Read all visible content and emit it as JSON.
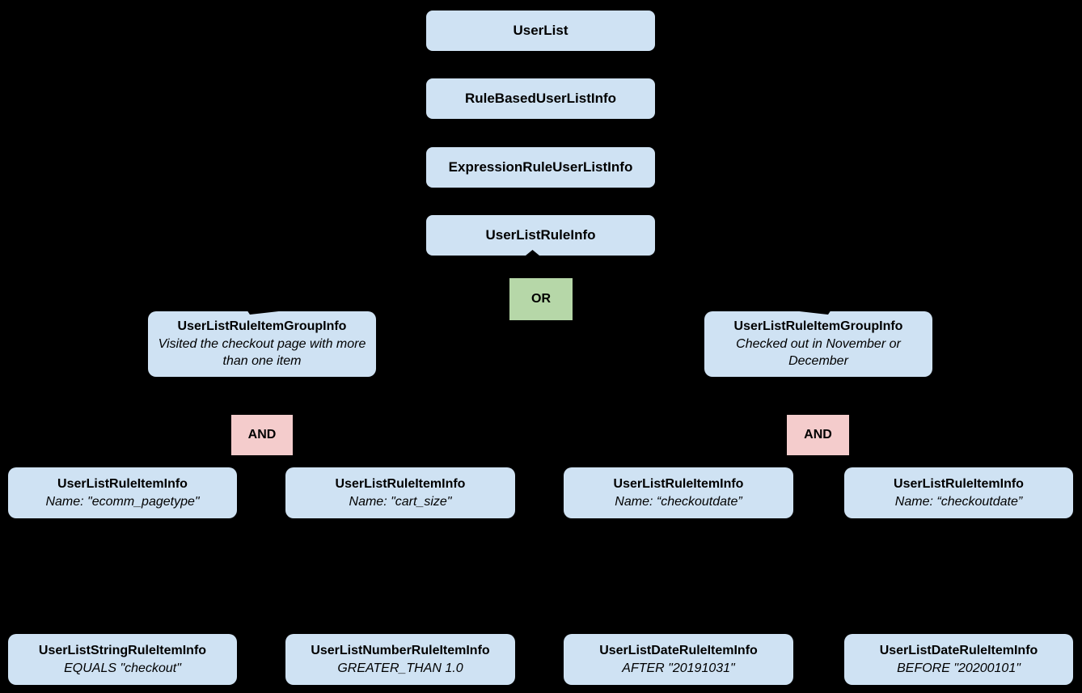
{
  "colors": {
    "background": "#000000",
    "node_fill": "#cfe2f3",
    "or_fill": "#b6d7a8",
    "and_fill": "#f4cccc",
    "text": "#000000"
  },
  "chain": [
    {
      "label": "UserList"
    },
    {
      "label": "RuleBasedUserListInfo"
    },
    {
      "label": "ExpressionRuleUserListInfo"
    },
    {
      "label": "UserListRuleInfo"
    }
  ],
  "operators": {
    "or": "OR",
    "and_left": "AND",
    "and_right": "AND"
  },
  "groups": [
    {
      "title": "UserListRuleItemGroupInfo",
      "description": "Visited the checkout page with more than one item"
    },
    {
      "title": "UserListRuleItemGroupInfo",
      "description": "Checked out in November or December"
    }
  ],
  "rule_items": [
    {
      "title": "UserListRuleItemInfo",
      "detail": "Name: \"ecomm_pagetype\""
    },
    {
      "title": "UserListRuleItemInfo",
      "detail": "Name: \"cart_size\""
    },
    {
      "title": "UserListRuleItemInfo",
      "detail": "Name: “checkoutdate”"
    },
    {
      "title": "UserListRuleItemInfo",
      "detail": "Name: “checkoutdate”"
    }
  ],
  "leaf_items": [
    {
      "title": "UserListStringRuleItemInfo",
      "detail": "EQUALS \"checkout\""
    },
    {
      "title": "UserListNumberRuleItemInfo",
      "detail": "GREATER_THAN 1.0"
    },
    {
      "title": "UserListDateRuleItemInfo",
      "detail": "AFTER \"20191031\""
    },
    {
      "title": "UserListDateRuleItemInfo",
      "detail": "BEFORE \"20200101\""
    }
  ]
}
